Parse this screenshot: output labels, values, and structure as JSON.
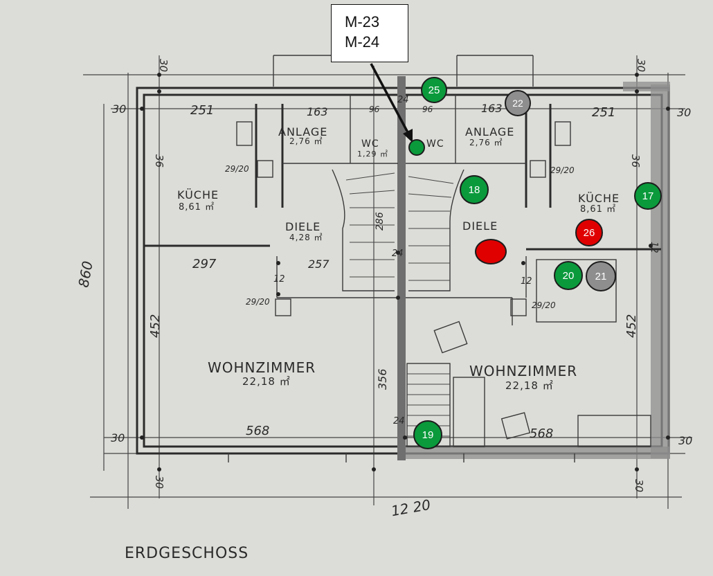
{
  "callout": {
    "line1": "M-23",
    "line2": "M-24"
  },
  "rooms": {
    "anlage_left": "ANLAGE",
    "anlage_left_area": "2,76 ㎡",
    "anlage_right": "ANLAGE",
    "anlage_right_area": "2,76 ㎡",
    "wc_left": "WC",
    "wc_left_area": "1,29 ㎡",
    "wc_right": "WC",
    "kueche_left": "KÜCHE",
    "kueche_left_area": "8,61 ㎡",
    "kueche_right": "KÜCHE",
    "kueche_right_area": "8,61 ㎡",
    "diele_left": "DIELE",
    "diele_left_area": "4,28 ㎡",
    "diele_right": "DIELE",
    "wohn_left": "WOHNZIMMER",
    "wohn_left_area": "22,18 ㎡",
    "wohn_right": "WOHNZIMMER",
    "wohn_right_area": "22,18 ㎡"
  },
  "dimensions": {
    "top_251_left": "251",
    "top_163_left": "163",
    "top_96_left": "96",
    "top_96_right": "96",
    "top_163_right": "163",
    "top_251_right": "251",
    "d_30_tl": "30",
    "d_30_tr": "30",
    "d_30_bl": "30",
    "d_30_br": "30",
    "d_30_top_l": "30",
    "d_30_top_r": "30",
    "d_30_bot_l": "30",
    "d_30_bot_r": "30",
    "d_36_left": "36",
    "d_36_right": "36",
    "d_297": "297",
    "d_257": "257",
    "d_452_left": "452",
    "d_452_right": "452",
    "d_568": "568",
    "d_568_right": "568",
    "d_860": "860",
    "d_1220": "12 20",
    "d_24_top": "24",
    "d_24_mid": "24",
    "d_24_bot": "24",
    "d_12_a": "12",
    "d_12_b": "12",
    "d_12_c": "12",
    "d_29_1": "29/20",
    "d_29_2": "29/20",
    "d_29_3": "29/20",
    "d_29_4": "29/20",
    "d_356_mid": "356",
    "d_286": "286"
  },
  "floor_title": "ERDGESCHOSS",
  "markers": [
    {
      "id": "25",
      "label": "25",
      "color": "#0a9a3c"
    },
    {
      "id": "22",
      "label": "22",
      "color": "#8e8e8e"
    },
    {
      "id": "18",
      "label": "18",
      "color": "#0a9a3c"
    },
    {
      "id": "17",
      "label": "17",
      "color": "#0a9a3c"
    },
    {
      "id": "26",
      "label": "26",
      "color": "#e00000"
    },
    {
      "id": "big-red",
      "label": "",
      "color": "#e00000"
    },
    {
      "id": "20",
      "label": "20",
      "color": "#0a9a3c"
    },
    {
      "id": "21",
      "label": "21",
      "color": "#8e8e8e"
    },
    {
      "id": "19",
      "label": "19",
      "color": "#0a9a3c"
    },
    {
      "id": "small-green",
      "label": "",
      "color": "#0a9a3c"
    }
  ]
}
